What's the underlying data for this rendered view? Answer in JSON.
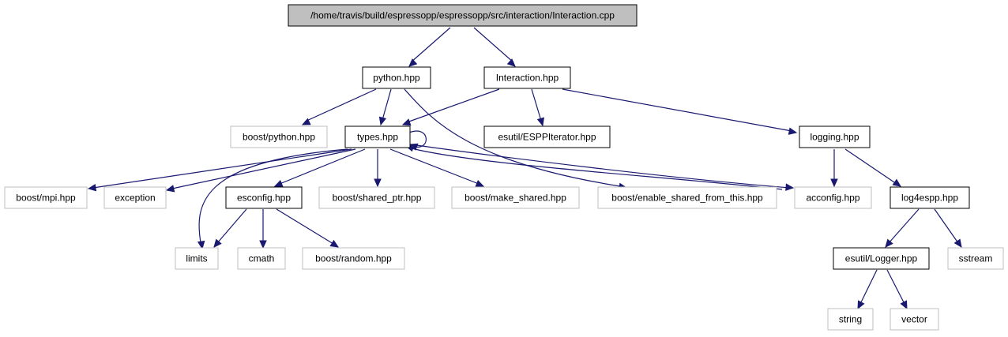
{
  "colors": {
    "root_fill": "#bfbfbf",
    "documented_border": "#000000",
    "external_border": "#bfbfbf",
    "edge": "#191970"
  },
  "nodes": {
    "interaction_cpp": "/home/travis/build/espressopp/espressopp/src/interaction/Interaction.cpp",
    "python_hpp": "python.hpp",
    "interaction_hpp": "Interaction.hpp",
    "boost_python_hpp": "boost/python.hpp",
    "types_hpp": "types.hpp",
    "esutil_esppiterator_hpp": "esutil/ESPPIterator.hpp",
    "logging_hpp": "logging.hpp",
    "boost_mpi_hpp": "boost/mpi.hpp",
    "exception": "exception",
    "esconfig_hpp": "esconfig.hpp",
    "boost_shared_ptr_hpp": "boost/shared_ptr.hpp",
    "boost_make_shared_hpp": "boost/make_shared.hpp",
    "boost_enable_shared_from_this_hpp": "boost/enable_shared_from_this.hpp",
    "acconfig_hpp": "acconfig.hpp",
    "log4espp_hpp": "log4espp.hpp",
    "limits": "limits",
    "cmath": "cmath",
    "boost_random_hpp": "boost/random.hpp",
    "esutil_logger_hpp": "esutil/Logger.hpp",
    "sstream": "sstream",
    "string": "string",
    "vector": "vector"
  }
}
